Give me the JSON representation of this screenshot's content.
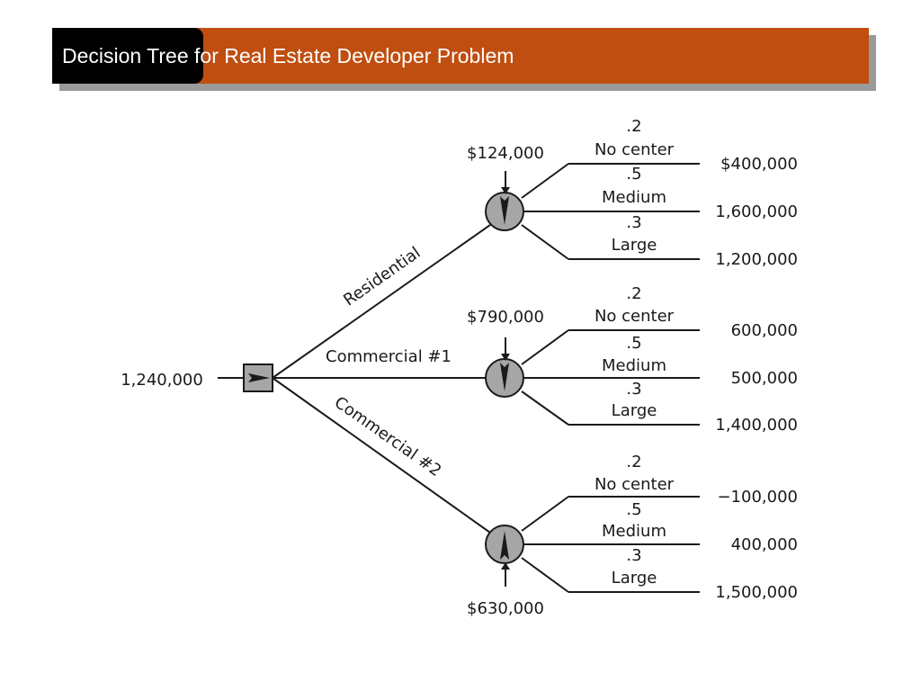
{
  "header": {
    "title": "Decision Tree for Real Estate Developer Problem"
  },
  "tree": {
    "root_value": "1,240,000",
    "branches": [
      {
        "label": "Residential",
        "expected_value": "$124,000",
        "outcomes": [
          {
            "prob": ".2",
            "name": "No center",
            "payoff": "$400,000"
          },
          {
            "prob": ".5",
            "name": "Medium",
            "payoff": "1,600,000"
          },
          {
            "prob": ".3",
            "name": "Large",
            "payoff": "1,200,000"
          }
        ]
      },
      {
        "label": "Commercial #1",
        "expected_value": "$790,000",
        "outcomes": [
          {
            "prob": ".2",
            "name": "No center",
            "payoff": "600,000"
          },
          {
            "prob": ".5",
            "name": "Medium",
            "payoff": "500,000"
          },
          {
            "prob": ".3",
            "name": "Large",
            "payoff": "1,400,000"
          }
        ]
      },
      {
        "label": "Commercial #2",
        "expected_value": "$630,000",
        "outcomes": [
          {
            "prob": ".2",
            "name": "No center",
            "payoff": "−100,000"
          },
          {
            "prob": ".5",
            "name": "Medium",
            "payoff": "400,000"
          },
          {
            "prob": ".3",
            "name": "Large",
            "payoff": "1,500,000"
          }
        ]
      }
    ]
  },
  "colors": {
    "title_orange": "#c04e10",
    "title_dark": "#000000",
    "node_fill": "#a6a6a6",
    "line": "#1a1a1a"
  }
}
